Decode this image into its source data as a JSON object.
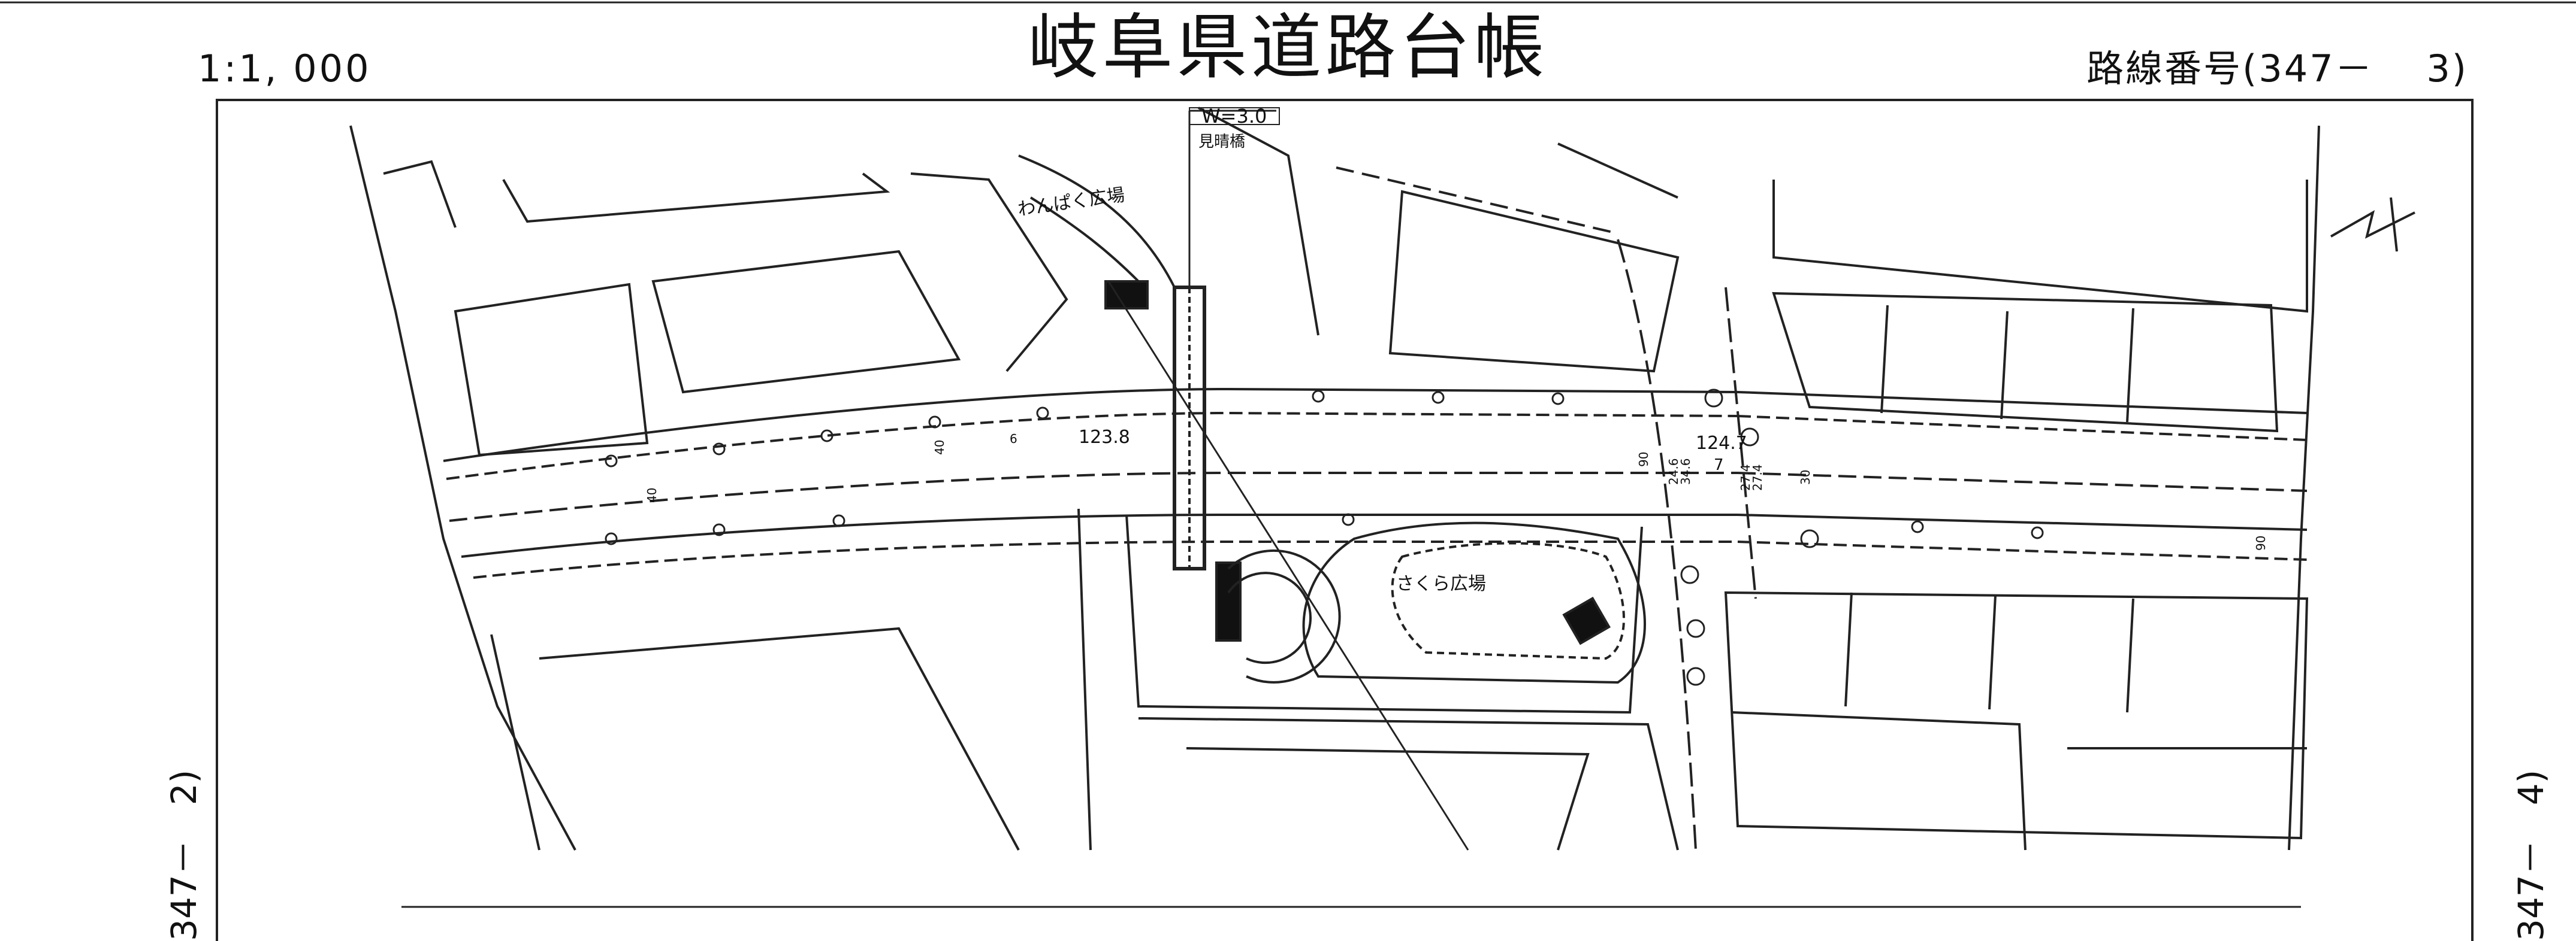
{
  "header": {
    "title": "岐阜県道路台帳",
    "scale": "1:1, 000",
    "route_number": "路線番号(347－　 3)"
  },
  "side_labels": {
    "left": "347－　2)",
    "right": "347－　4)"
  },
  "map": {
    "bridge_width": "W=3.0",
    "bridge_name": "見晴橋",
    "park_north": "わんぱく広場",
    "park_south": "さくら広場",
    "distance_west": "123.8",
    "distance_east": "124.7",
    "distance_east_sub": "7",
    "lane_marks": [
      "6",
      "40",
      "40",
      "90",
      "90",
      "34.6",
      "24.6",
      "27.4",
      "27.4",
      "30"
    ],
    "north_arrow": "north-arrow-icon"
  }
}
